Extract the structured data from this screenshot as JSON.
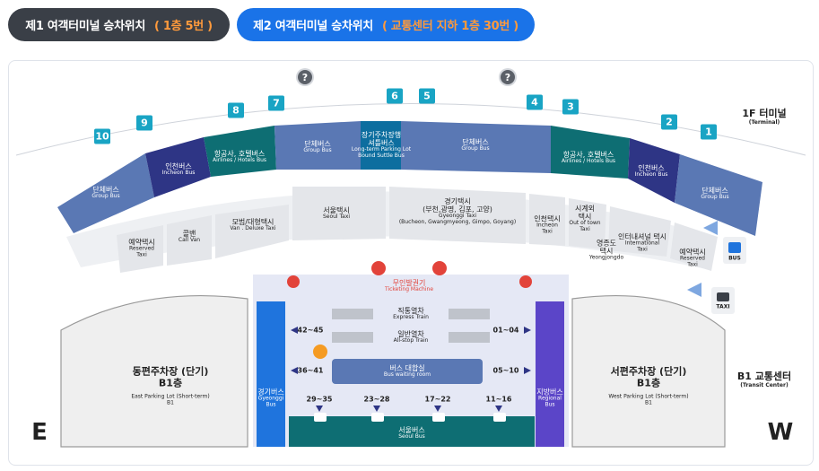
{
  "tabs": [
    {
      "label": "제1 여객터미널 승차위치",
      "highlight": "( 1층 5번 )"
    },
    {
      "label": "제2 여객터미널 승차위치",
      "highlight": "( 교통센터 지하 1층 30번 )"
    }
  ],
  "colors": {
    "teal_dark": "#0e6e73",
    "navy": "#2e3585",
    "slate_blue": "#5a78b4",
    "gray_zone": "#ededed",
    "hall": "#e5e8f5",
    "left_blue": "#1f74dd",
    "right_purple": "#5b45c8",
    "ticket_red": "#e2433a",
    "ticket_label": "#e2433a"
  },
  "terminal_label": {
    "ko": "1F 터미널",
    "en": "(Terminal)"
  },
  "transit_label": {
    "ko": "B1 교통센터",
    "en": "(Transit Center)"
  },
  "compass": {
    "east": "E",
    "west": "W"
  },
  "help_icons": [
    "?",
    "?"
  ],
  "gate_numbers": [
    "10",
    "9",
    "8",
    "7",
    "6",
    "5",
    "4",
    "3",
    "2",
    "1"
  ],
  "bus_zones": {
    "group_left": {
      "ko": "단체버스",
      "en": "Group Bus"
    },
    "incheon_left": {
      "ko": "인천버스",
      "en": "Incheon Bus"
    },
    "airline_left": {
      "ko": "항공사, 호텔버스",
      "en": "Airlines / Hotels Bus"
    },
    "group_mid_left": {
      "ko": "단체버스",
      "en": "Group Bus"
    },
    "longterm": {
      "ko1": "장기주차장행",
      "ko2": "셔틀버스",
      "en1": "Long-term Parking Lot",
      "en2": "Bound Suttle Bus"
    },
    "group_mid_right": {
      "ko": "단체버스",
      "en": "Group Bus"
    },
    "airline_right": {
      "ko": "항공사, 호텔버스",
      "en": "Airlines / Hotels Bus"
    },
    "incheon_right": {
      "ko": "인천버스",
      "en": "Incheon Bus"
    },
    "group_right": {
      "ko": "단체버스",
      "en": "Group Bus"
    }
  },
  "taxi_zones": {
    "reserved_left": {
      "ko": "예약택시",
      "en1": "Reserved",
      "en2": "Taxi"
    },
    "callvan": {
      "ko": "콜밴",
      "en": "Call Van"
    },
    "deluxe": {
      "ko": "모범/대형택시",
      "en": "Van . Deluxe Taxi"
    },
    "seoul_taxi": {
      "ko": "서울택시",
      "en": "Seoul Taxi"
    },
    "gyeonggi_taxi": {
      "ko1": "경기택시",
      "ko2": "(부천,광명, 김포, 고양)",
      "en1": "Gyeonggi Taxi",
      "en2": "(Bucheon, Gwangmyeong, Gimpo, Goyang)"
    },
    "incheon_taxi": {
      "ko": "인천택시",
      "en1": "Incheon",
      "en2": "Taxi"
    },
    "outoftown": {
      "ko1": "시계외",
      "ko2": "택시",
      "en1": "Out of town",
      "en2": "Taxi"
    },
    "yeongjong": {
      "ko1": "영종도",
      "ko2": "택시",
      "en": "Yeongjongdo"
    },
    "international": {
      "ko": "인터내셔널 택시",
      "en1": "International",
      "en2": "Taxi"
    },
    "reserved_right": {
      "ko": "예약택시",
      "en1": "Reserved",
      "en2": "Taxi"
    }
  },
  "side_icons": {
    "bus": "BUS",
    "taxi": "TAXI"
  },
  "ticketing": {
    "ko": "무인발권기",
    "en": "Ticketing Machine"
  },
  "express_train": {
    "ko": "직통열차",
    "en": "Express Train"
  },
  "allstop_train": {
    "ko": "일반열차",
    "en": "All-stop Train"
  },
  "waiting_room": {
    "ko": "버스 대합실",
    "en": "Bus waiting room"
  },
  "gyeonggi_bus": {
    "ko": "경기버스",
    "en1": "Gyeonggi",
    "en2": "Bus"
  },
  "regional_bus": {
    "ko": "지방버스",
    "en1": "Regional",
    "en2": "Bus"
  },
  "seoul_bus": {
    "ko": "서울버스",
    "en": "Seoul Bus"
  },
  "gate_ranges": {
    "left_top": "42~45",
    "left_mid": "36~41",
    "right_top": "01~04",
    "right_mid": "05~10",
    "bottom": [
      "29~35",
      "23~28",
      "17~22",
      "11~16"
    ]
  },
  "east_parking": {
    "ko1": "동편주차장 (단기)",
    "ko2": "B1층",
    "en1": "East Parking Lot (Short-term)",
    "en2": "B1"
  },
  "west_parking": {
    "ko1": "서편주차장 (단기)",
    "ko2": "B1층",
    "en1": "West Parking Lot (Short-term)",
    "en2": "B1"
  }
}
